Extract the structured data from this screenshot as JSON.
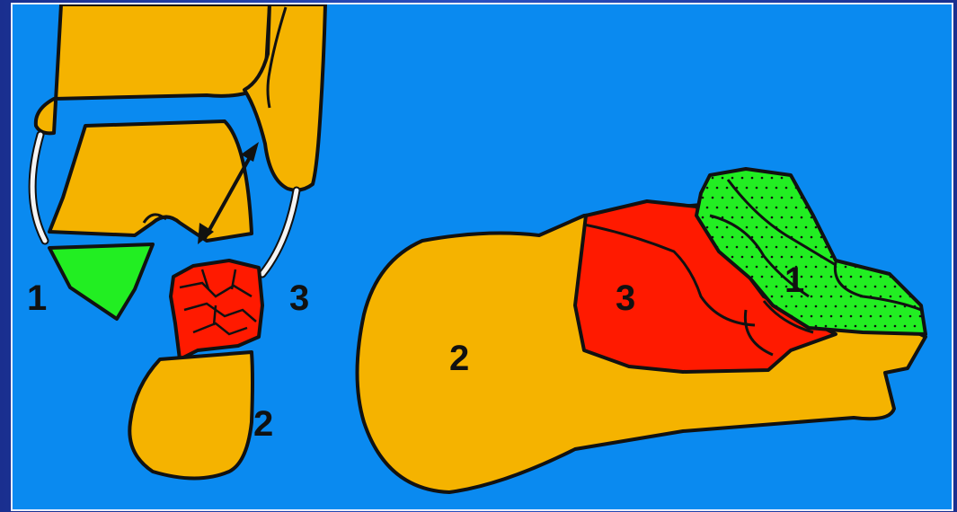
{
  "labels": {
    "left_1": "1",
    "left_2": "2",
    "left_3": "3",
    "right_1": "1",
    "right_2": "2",
    "right_3": "3"
  },
  "colors": {
    "background": "#0a8af0",
    "bone": "#f5b300",
    "fragment_1": "#22ee22",
    "fragment_3": "#ff1a00",
    "outline": "#111111"
  }
}
